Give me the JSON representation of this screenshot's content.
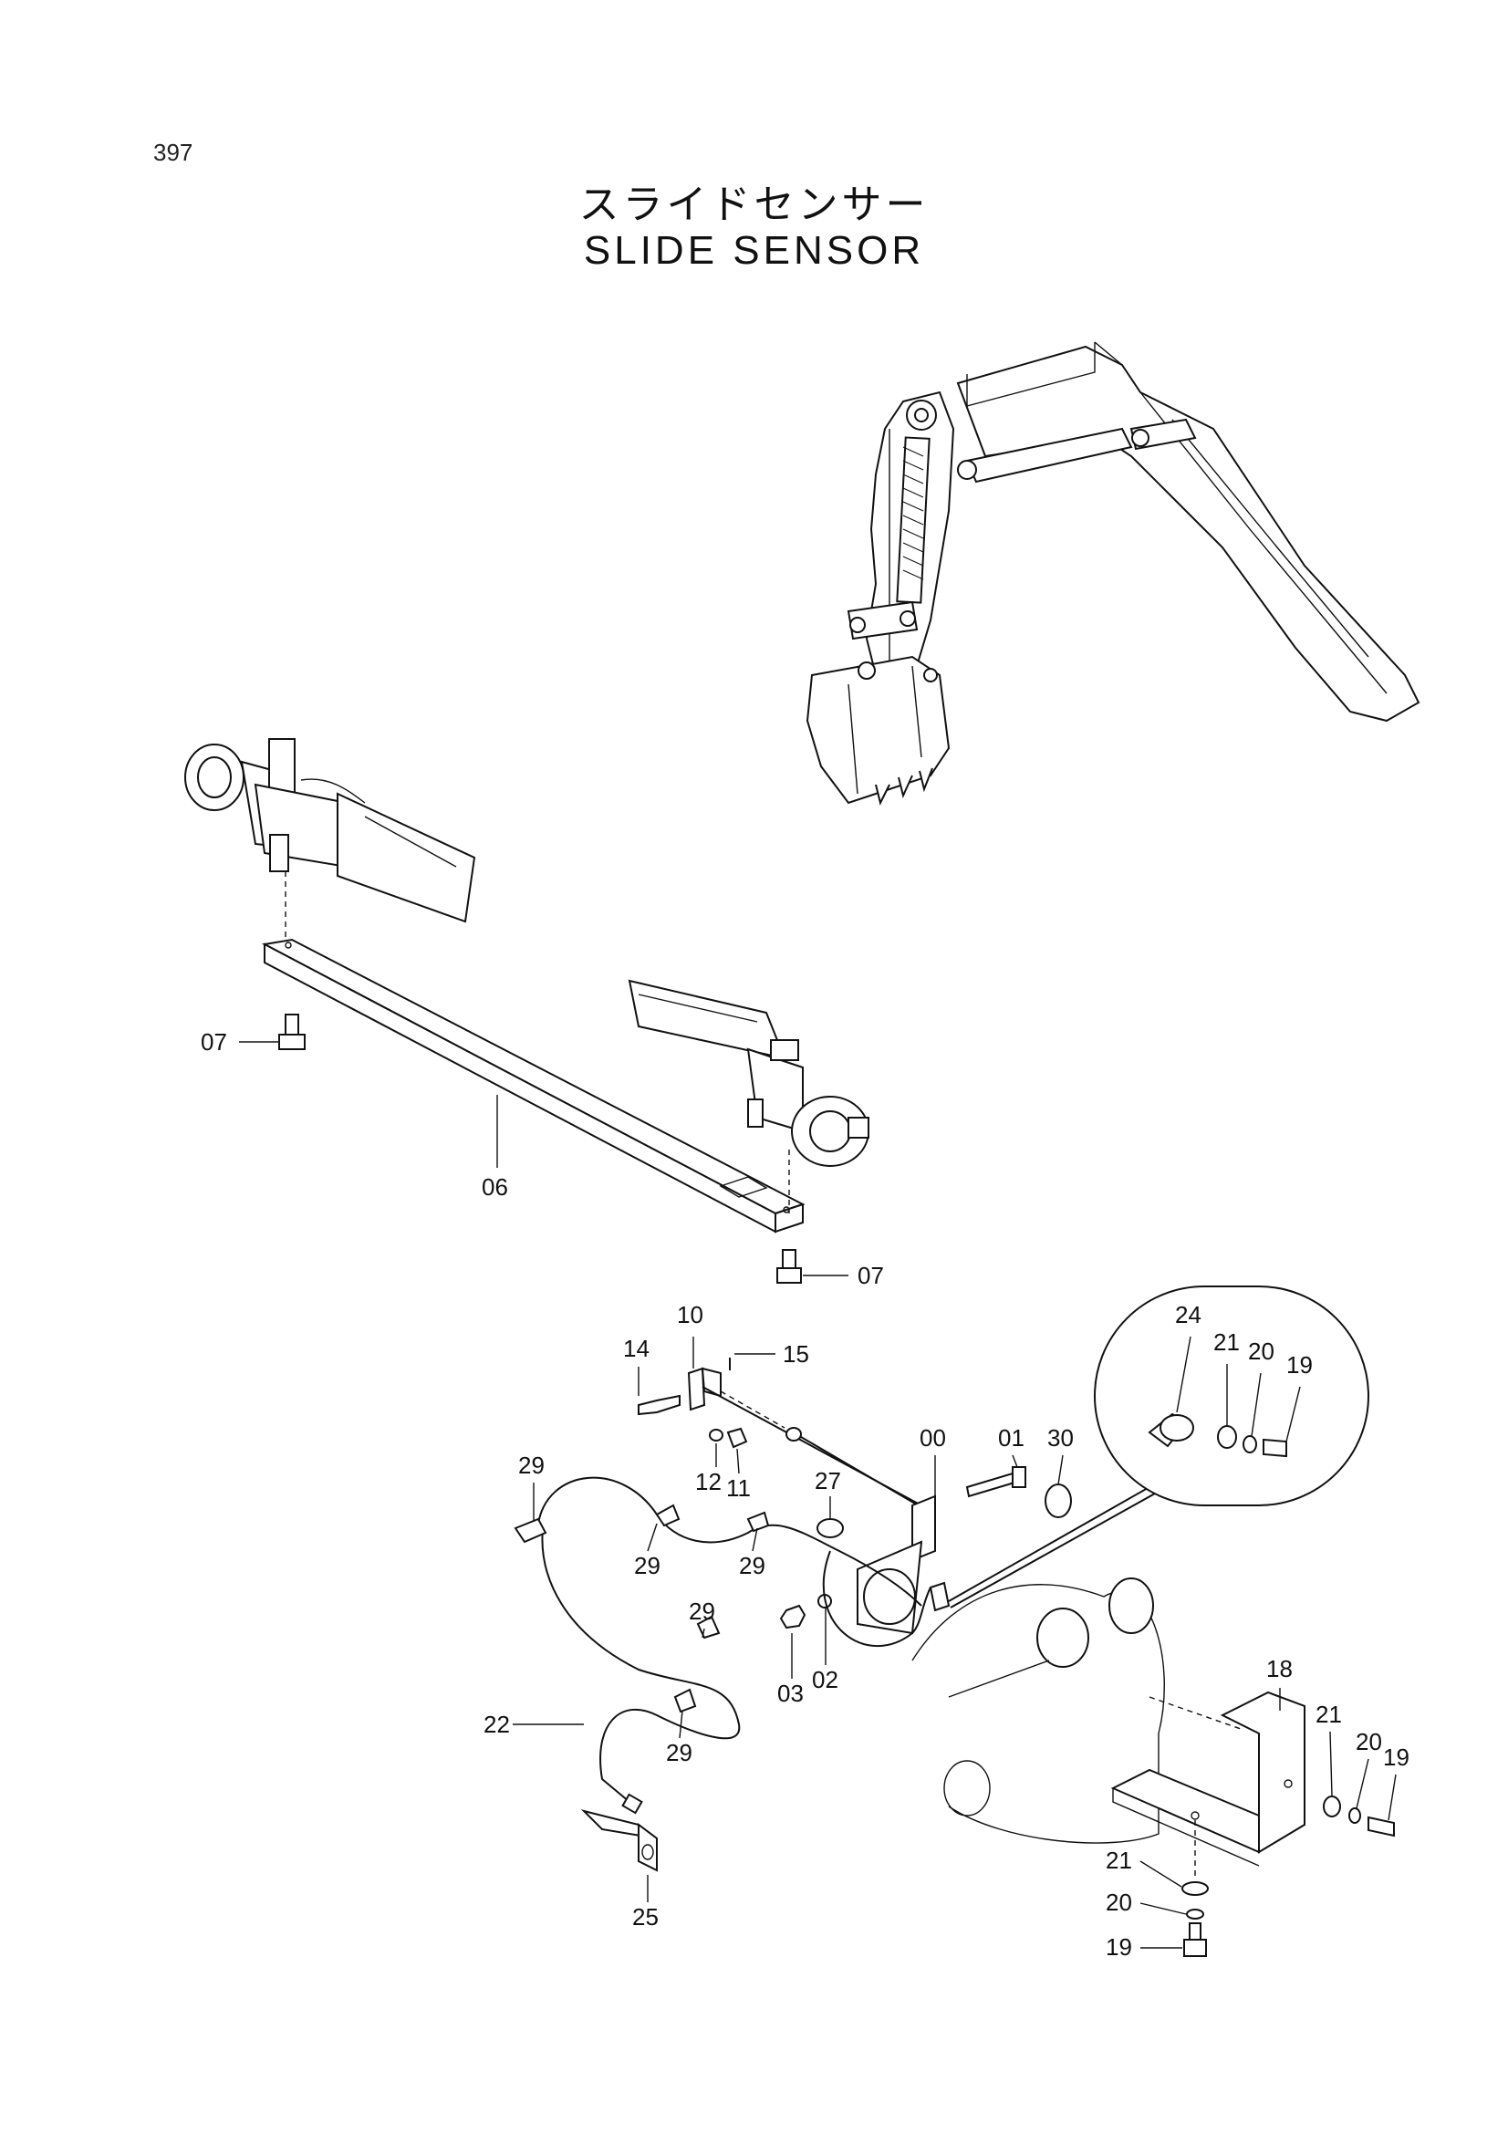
{
  "page": {
    "number": "397"
  },
  "title": {
    "japanese": "スライドセンサー",
    "english": "SLIDE  SENSOR"
  },
  "callouts": [
    "07",
    "06",
    "07",
    "10",
    "14",
    "15",
    "12",
    "11",
    "00",
    "01",
    "30",
    "27",
    "29",
    "29",
    "29",
    "29",
    "29",
    "03",
    "02",
    "22",
    "25",
    "24",
    "21",
    "20",
    "19",
    "18",
    "21",
    "20",
    "19",
    "21",
    "20",
    "19"
  ]
}
